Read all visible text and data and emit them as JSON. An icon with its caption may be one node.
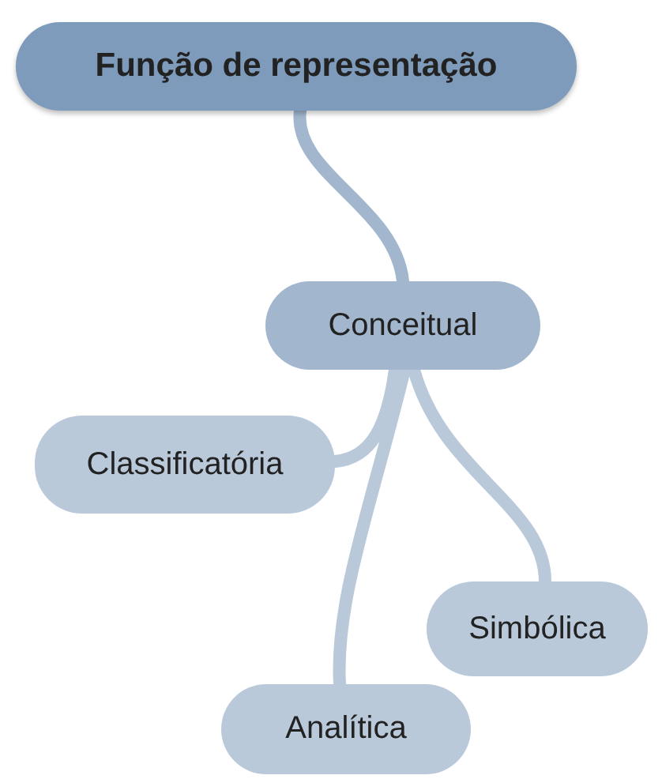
{
  "diagram": {
    "nodes": [
      {
        "text": [
          "Função de representação"
        ]
      },
      {
        "text": [
          "Conceitual"
        ]
      },
      {
        "text": [
          "Classificatória"
        ]
      },
      {
        "text": [
          "Simbólica"
        ]
      },
      {
        "text": [
          "Analítica"
        ]
      }
    ],
    "edges": [
      {
        "from": 0,
        "to": 1,
        "arrow": "none"
      },
      {
        "from": 1,
        "to": 2,
        "arrow": "none"
      },
      {
        "from": 1,
        "to": 3,
        "arrow": "none"
      },
      {
        "from": 1,
        "to": 4,
        "arrow": "none"
      }
    ]
  }
}
